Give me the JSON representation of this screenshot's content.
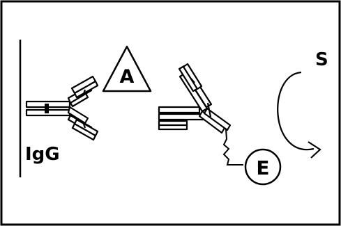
{
  "labels": {
    "antibody": "IgG",
    "antigen": "A",
    "enzyme": "E",
    "substrate": "S"
  },
  "colors": {
    "stroke": "#000000",
    "background": "#ffffff"
  }
}
